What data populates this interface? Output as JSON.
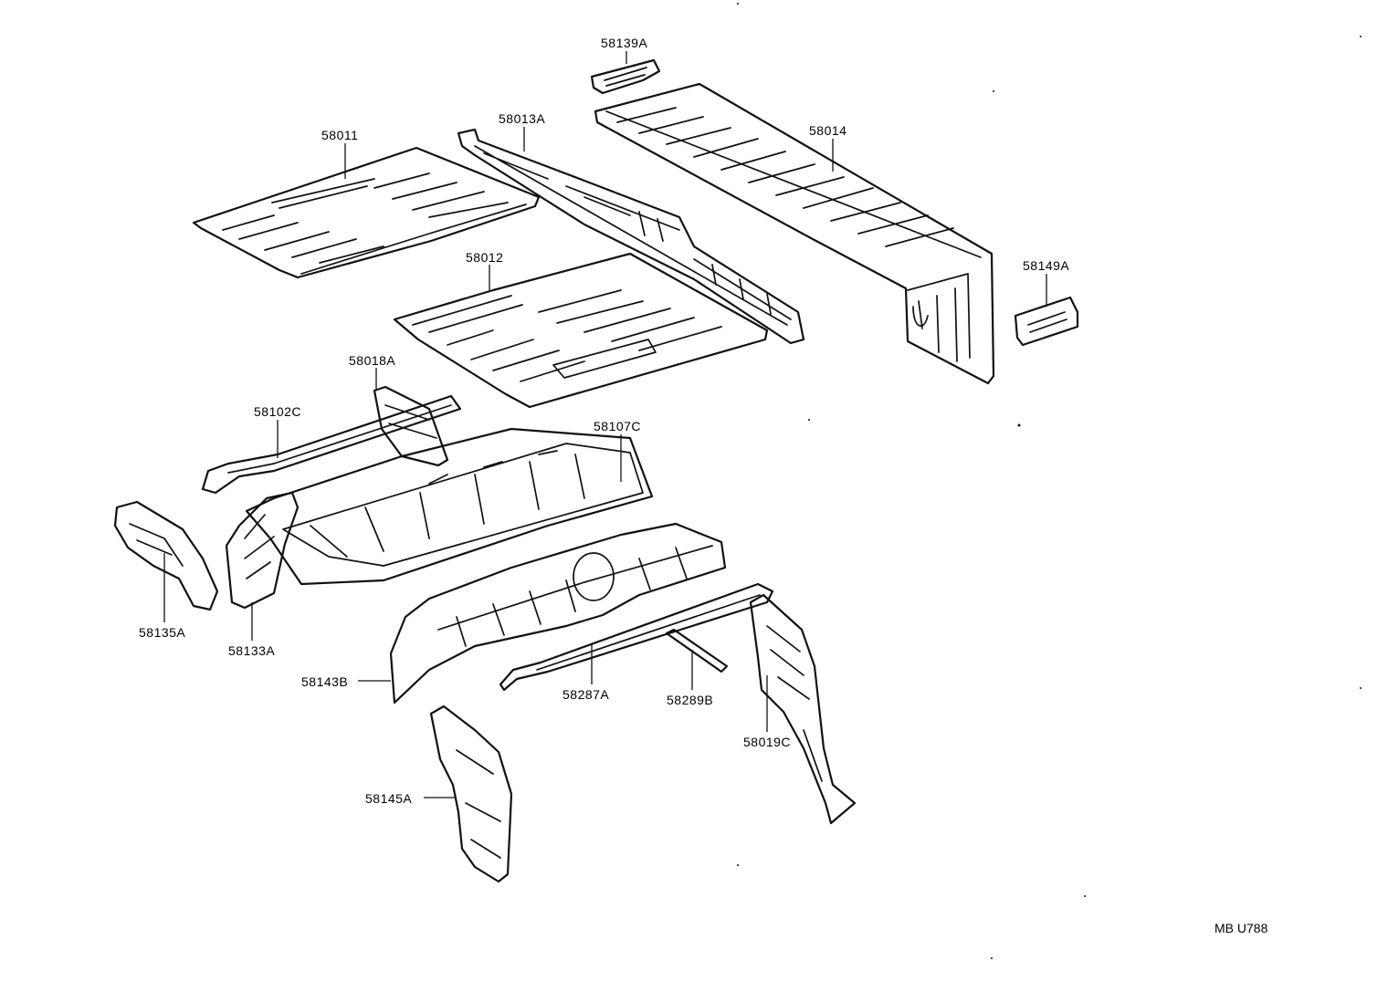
{
  "diagram": {
    "drawing_code": "MB U788",
    "parts": [
      {
        "id": "p-58139A",
        "label": "58139A"
      },
      {
        "id": "p-58011",
        "label": "58011"
      },
      {
        "id": "p-58013A",
        "label": "58013A"
      },
      {
        "id": "p-58014",
        "label": "58014"
      },
      {
        "id": "p-58012",
        "label": "58012"
      },
      {
        "id": "p-58149A",
        "label": "58149A"
      },
      {
        "id": "p-58018A",
        "label": "58018A"
      },
      {
        "id": "p-58102C",
        "label": "58102C"
      },
      {
        "id": "p-58107C",
        "label": "58107C"
      },
      {
        "id": "p-58135A",
        "label": "58135A"
      },
      {
        "id": "p-58133A",
        "label": "58133A"
      },
      {
        "id": "p-58143B",
        "label": "58143B"
      },
      {
        "id": "p-58287A",
        "label": "58287A"
      },
      {
        "id": "p-58289B",
        "label": "58289B"
      },
      {
        "id": "p-58019C",
        "label": "58019C"
      },
      {
        "id": "p-58145A",
        "label": "58145A"
      }
    ]
  }
}
